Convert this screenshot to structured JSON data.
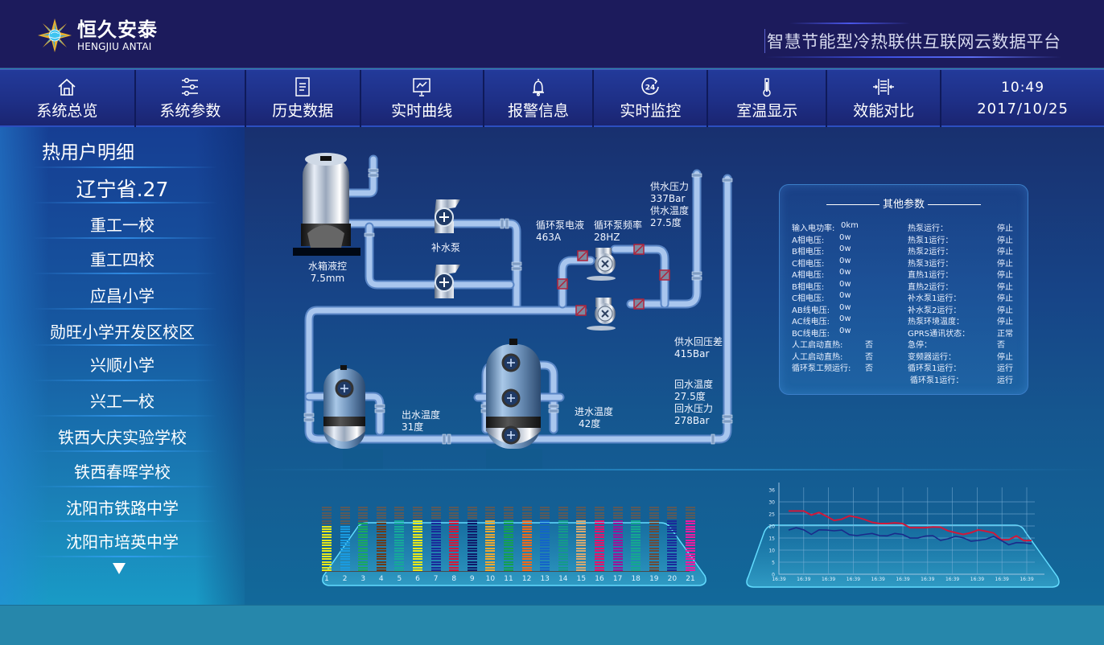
{
  "header": {
    "logo_cn": "恒久安泰",
    "logo_en": "HENGJIU ANTAI",
    "platform_title": "智慧节能型冷热联供互联网云数据平台"
  },
  "nav": {
    "items": [
      {
        "label": "系统总览",
        "icon": "home-icon"
      },
      {
        "label": "系统参数",
        "icon": "sliders-icon"
      },
      {
        "label": "历史数据",
        "icon": "document-icon"
      },
      {
        "label": "实时曲线",
        "icon": "chart-board-icon"
      },
      {
        "label": "报警信息",
        "icon": "bell-icon"
      },
      {
        "label": "实时监控",
        "icon": "clock-24-icon"
      },
      {
        "label": "室温显示",
        "icon": "thermometer-icon"
      },
      {
        "label": "效能对比",
        "icon": "compare-icon"
      }
    ],
    "time": "10:49",
    "date": "2017/10/25"
  },
  "sidebar": {
    "title": "热用户明细",
    "region": "辽宁省.27",
    "items": [
      "重工一校",
      "重工四校",
      "应昌小学",
      "勋旺小学开发区校区",
      "兴顺小学",
      "兴工一校",
      "铁西大庆实验学校",
      "铁西春晖学校",
      "沈阳市铁路中学",
      "沈阳市培英中学"
    ],
    "more_icon": "triangle-down-icon"
  },
  "diagram": {
    "tank_label": "水箱液控",
    "tank_value": "7.5mm",
    "makeup_pump_label": "补水泵",
    "pump_current_label": "循环泵电液",
    "pump_current_value": "463A",
    "pump_freq_label": "循环泵频率",
    "pump_freq_value": "28HZ",
    "supply_pressure_label": "供水压力",
    "supply_pressure_value": "337Bar",
    "supply_temp_label": "供水温度",
    "supply_temp_value": "27.5度",
    "pressure_diff_label": "供水回压差",
    "pressure_diff_value": "415Bar",
    "return_temp_label": "回水温度",
    "return_temp_value": "27.5度",
    "return_pressure_label": "回水压力",
    "return_pressure_value": "278Bar",
    "outlet_temp_label": "出水温度",
    "outlet_temp_value": "31度",
    "inlet_temp_label": "进水温度",
    "inlet_temp_value": "42度"
  },
  "params": {
    "title": "其他参数",
    "left": [
      {
        "label": "输入电功率:",
        "value": "0km"
      },
      {
        "label": "A相电压:",
        "value": "0w"
      },
      {
        "label": "B相电压:",
        "value": "0w"
      },
      {
        "label": "C相电压:",
        "value": "0w"
      },
      {
        "label": "A相电压:",
        "value": "0w"
      },
      {
        "label": "B相电压:",
        "value": "0w"
      },
      {
        "label": "C相电压:",
        "value": "0w"
      },
      {
        "label": "AB线电压:",
        "value": "0w"
      },
      {
        "label": "AC线电压:",
        "value": "0w"
      },
      {
        "label": "BC线电压:",
        "value": "0w"
      },
      {
        "label": "人工启动直热:",
        "value": "否"
      },
      {
        "label": "人工启动直热:",
        "value": "否"
      },
      {
        "label": "循环泵工频运行:",
        "value": "否"
      }
    ],
    "right": [
      {
        "label": "热泵运行：",
        "value": "停止"
      },
      {
        "label": "热泵1运行：",
        "value": "停止"
      },
      {
        "label": "热泵2运行：",
        "value": "停止"
      },
      {
        "label": "热泵3运行：",
        "value": "停止"
      },
      {
        "label": "直热1运行：",
        "value": "停止"
      },
      {
        "label": "直热2运行：",
        "value": "停止"
      },
      {
        "label": "补水泵1运行：",
        "value": "停止"
      },
      {
        "label": "补水泵2运行：",
        "value": "停止"
      },
      {
        "label": "热泵环境温度：",
        "value": "停止"
      },
      {
        "label": "GPRS通讯状态：",
        "value": "正常"
      },
      {
        "label": "急停：",
        "value": "否"
      },
      {
        "label": "变频器运行：",
        "value": "停止"
      },
      {
        "label": "循环泵1运行：",
        "value": "运行"
      },
      {
        "label": "循环泵1运行：",
        "value": "运行"
      }
    ]
  },
  "chart_data": [
    {
      "type": "bar",
      "title": "",
      "categories": [
        "1",
        "2",
        "3",
        "4",
        "5",
        "6",
        "7",
        "8",
        "9",
        "10",
        "11",
        "12",
        "13",
        "14",
        "15",
        "16",
        "17",
        "18",
        "19",
        "20",
        "21"
      ],
      "values": [
        0.7,
        0.7,
        0.75,
        0.75,
        0.8,
        0.8,
        0.8,
        0.8,
        0.8,
        0.8,
        0.8,
        0.8,
        0.8,
        0.8,
        0.8,
        0.8,
        0.8,
        0.8,
        0.8,
        0.8,
        0.8
      ],
      "ylim": [
        0,
        1
      ],
      "colors": [
        "#e8e81a",
        "#1a9ae0",
        "#1aa860",
        "#6b3a1a",
        "#16a89a",
        "#e8e81a",
        "#1a2a9a",
        "#d0183a",
        "#101a6a",
        "#f0a830",
        "#14a050",
        "#f06a1a",
        "#1464c8",
        "#149a8a",
        "#d8a870",
        "#e8106a",
        "#9a1498",
        "#14a890",
        "#6a4a3a",
        "#1a2a9a",
        "#f01aa0"
      ],
      "track_color": "#5a5a5a"
    },
    {
      "type": "line",
      "title": "",
      "x": [
        "16:39",
        "16:39",
        "16:39",
        "16:39",
        "16:39",
        "16:39",
        "16:39",
        "16:39",
        "16:39",
        "16:39",
        "16:39"
      ],
      "ylim": [
        0,
        36
      ],
      "yticks": [
        0,
        5,
        10,
        15,
        20,
        25,
        30,
        36
      ],
      "grid": true,
      "series": [
        {
          "name": "red",
          "color": "#d0183a",
          "values": [
            26.2,
            26.2,
            26.2,
            24.5,
            25.6,
            24,
            22.3,
            22.8,
            24.2,
            23.6,
            22.7,
            21.5,
            21,
            21,
            21.3,
            21,
            19.3,
            19.3,
            19.3,
            19.6,
            19.5,
            18,
            17.2,
            16.5,
            17.2,
            18.4,
            17.8,
            17.1,
            14.3,
            14.3,
            15.9,
            13.9,
            14
          ]
        },
        {
          "name": "blue",
          "color": "#1a2a8a",
          "values": [
            18.3,
            19.3,
            18.4,
            16.5,
            18.4,
            18.3,
            18.0,
            18.3,
            16.4,
            16,
            16.5,
            16.9,
            16,
            15.9,
            16.9,
            16.5,
            15,
            15,
            15.8,
            16,
            14,
            14.7,
            15.7,
            15.1,
            13.7,
            14,
            14.5,
            15.7,
            14,
            12.2,
            13.1,
            13,
            12.6
          ]
        }
      ]
    }
  ]
}
